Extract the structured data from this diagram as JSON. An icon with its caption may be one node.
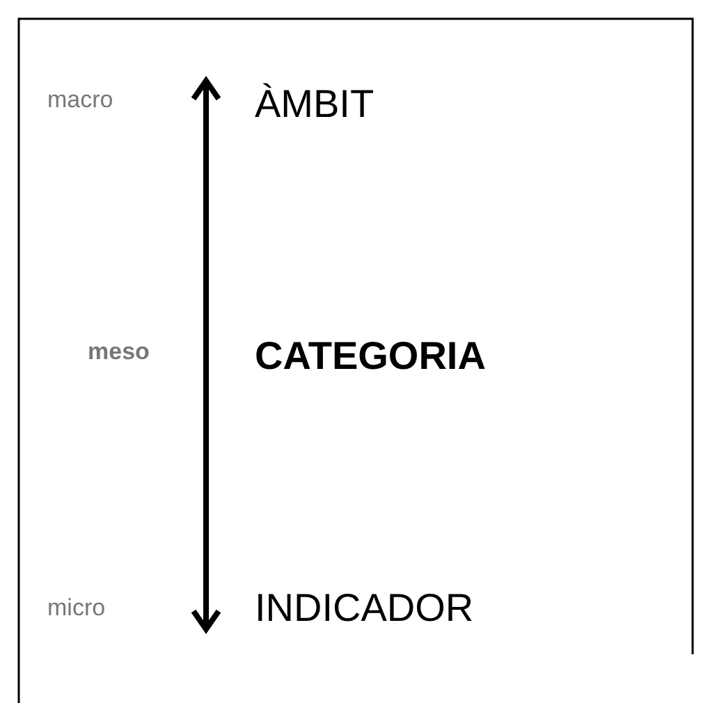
{
  "diagram": {
    "labels": [
      "macro",
      "ÀMBIT",
      "meso",
      "CATEGORIA",
      "micro",
      "INDICADOR"
    ]
  }
}
